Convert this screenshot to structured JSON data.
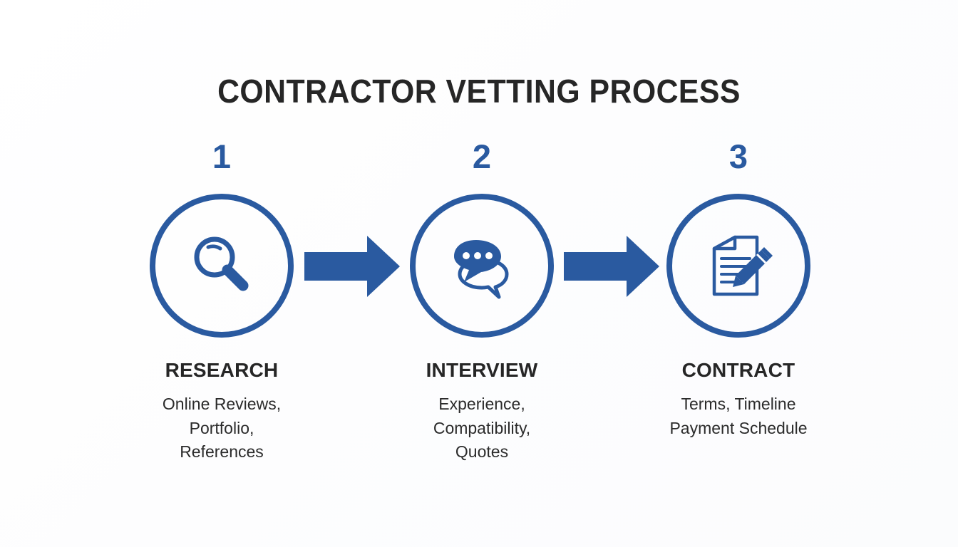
{
  "title": "CONTRACTOR VETTING PROCESS",
  "theme": {
    "accent": "#2a5aa0",
    "text": "#262626",
    "body_text": "#2b2b2b",
    "background": "#fdfdfe"
  },
  "steps": [
    {
      "number": "1",
      "icon": "magnifying-glass-icon",
      "heading": "RESEARCH",
      "description_lines": [
        "Online Reviews,",
        "Portfolio,",
        "References"
      ]
    },
    {
      "number": "2",
      "icon": "speech-bubbles-icon",
      "heading": "INTERVIEW",
      "description_lines": [
        "Experience,",
        "Compatibility,",
        "Quotes"
      ]
    },
    {
      "number": "3",
      "icon": "document-pencil-icon",
      "heading": "CONTRACT",
      "description_lines": [
        "Terms, Timeline",
        "Payment Schedule"
      ]
    }
  ],
  "connectors": [
    {
      "name": "arrow-right-1"
    },
    {
      "name": "arrow-right-2"
    }
  ]
}
